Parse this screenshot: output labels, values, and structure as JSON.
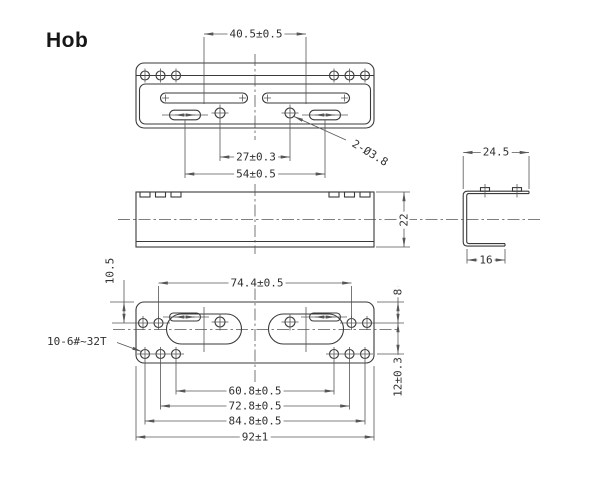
{
  "title": "Hob",
  "colors": {
    "background": "#ffffff",
    "line_primary": "#3a3a3a",
    "line_secondary": "#565656",
    "text": "#303030"
  },
  "top_view": {
    "slot_center_distance": "40.5±0.5",
    "hole_center_distance": "27±0.3",
    "obround_center_distance": "54±0.5",
    "hole_diameter_callout": "2-Ø3.8"
  },
  "front_view": {
    "height": "22"
  },
  "side_view": {
    "top_flange_width": "24.5",
    "bottom_flange_width": "16"
  },
  "bottom_view": {
    "edge_offset": "10.5",
    "upper_hole_span": "74.4±0.5",
    "edge_to_upper_row": "8",
    "hole_row_spacing": "12±0.3",
    "lower_span_inner": "60.8±0.5",
    "lower_span_middle": "72.8±0.5",
    "lower_span_outer": "84.8±0.5",
    "overall_width": "92±1",
    "tapped_holes_callout": "10-6#~32T"
  }
}
